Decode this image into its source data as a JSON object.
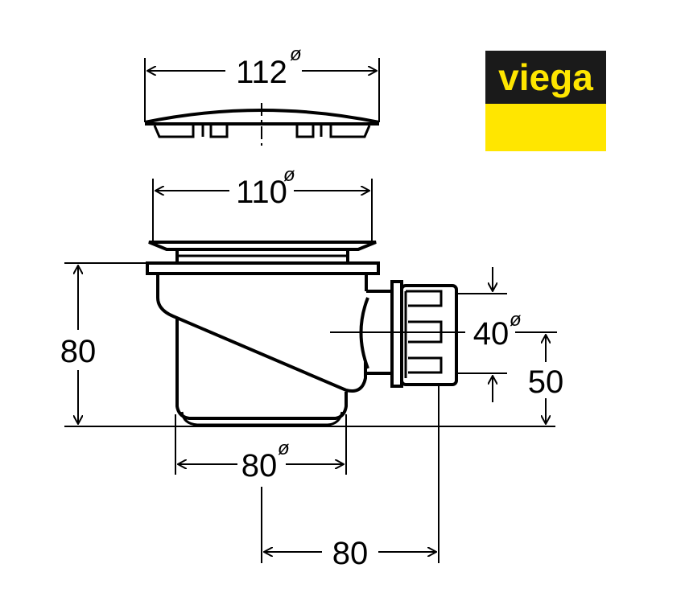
{
  "dimensions": {
    "cover_diameter": "112",
    "grate_diameter": "110",
    "body_height": "80",
    "outlet_diameter": "40",
    "outlet_height": "50",
    "bowl_diameter": "80",
    "outlet_offset": "80",
    "diameter_symbol": "ø"
  },
  "logo": {
    "text": "viega",
    "black": "#1a1a1a",
    "yellow": "#ffe600"
  }
}
